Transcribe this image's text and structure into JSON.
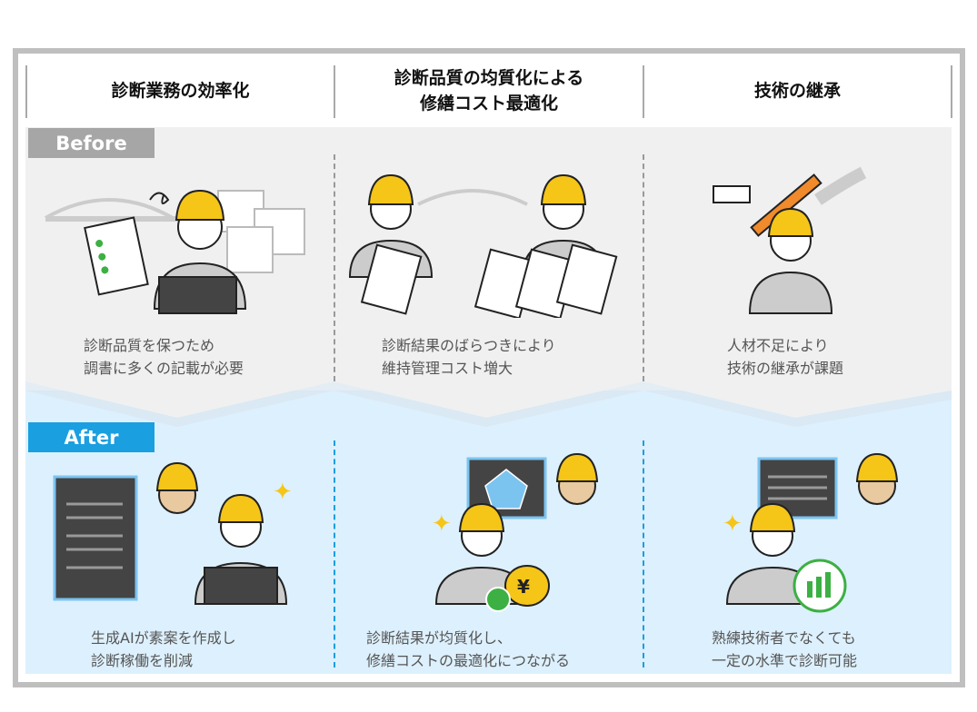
{
  "columns": [
    {
      "title": "診断業務の効率化",
      "before": "診断品質を保つため\n調書に多くの記載が必要",
      "after": "生成AIが素案を作成し\n診断稼働を削減"
    },
    {
      "title": "診断品質の均質化による\n修繕コスト最適化",
      "before": "診断結果のばらつきにより\n維持管理コスト増大",
      "after": "診断結果が均質化し、\n修繕コストの最適化につながる"
    },
    {
      "title": "技術の継承",
      "before": "人材不足により\n技術の継承が課題",
      "after": "熟練技術者でなくても\n一定の水準で診断可能"
    }
  ],
  "labels": {
    "before": "Before",
    "after": "After"
  },
  "colors": {
    "before_bg": "#f0f0f0",
    "after_bg": "#ddf0fd",
    "before_label": "#a6a6a6",
    "after_label": "#1a9fe0",
    "helmet": "#f5c518"
  },
  "yen_symbol": "¥"
}
